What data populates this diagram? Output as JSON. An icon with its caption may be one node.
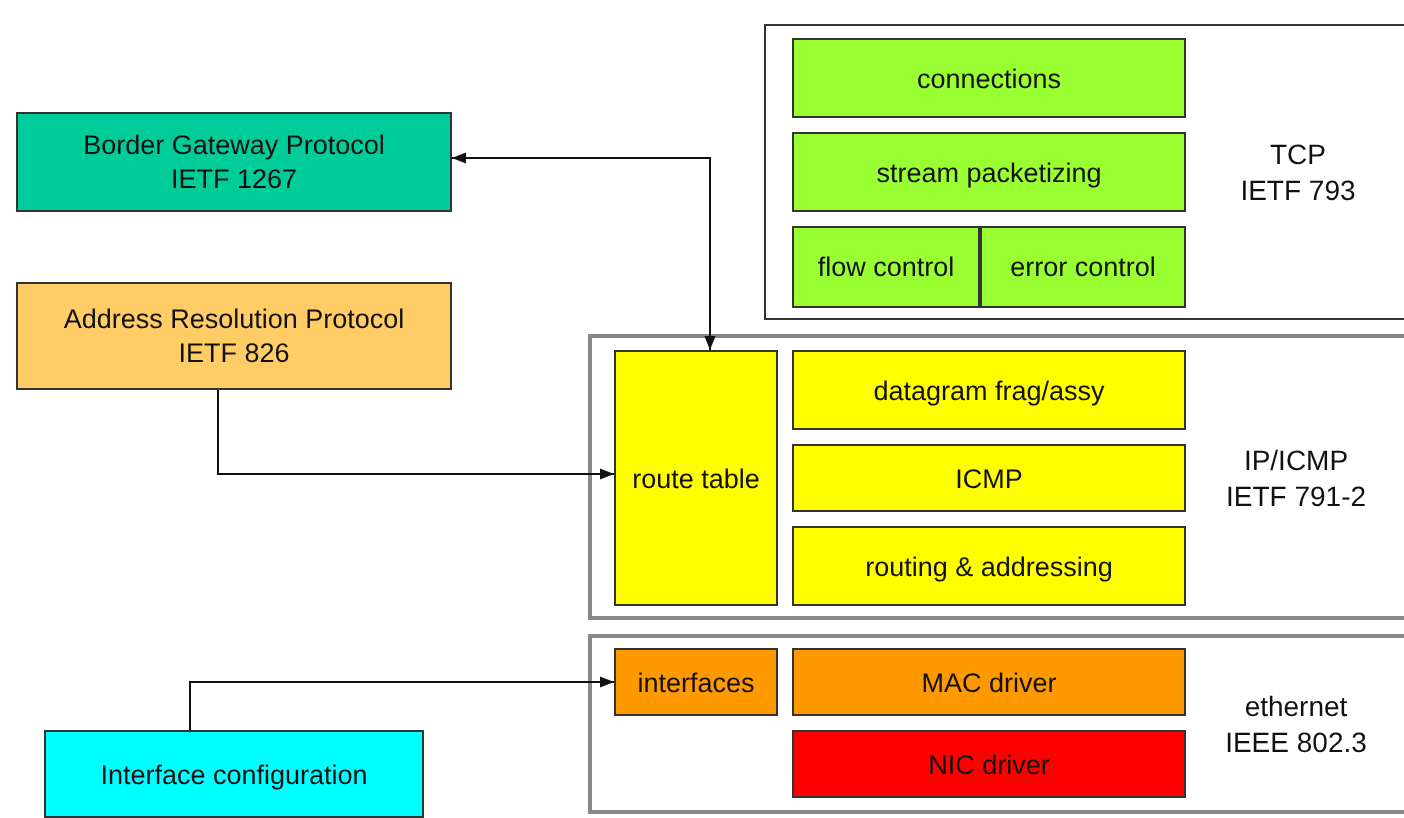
{
  "diagram": {
    "nodes": [
      {
        "text": [
          "Border Gateway Protocol",
          "IETF 1267"
        ]
      },
      {
        "text": [
          "Address Resolution Protocol",
          "IETF 826"
        ]
      },
      {
        "text": [
          "Interface configuration"
        ]
      },
      {
        "text": [
          "TCP",
          "IETF 793"
        ]
      },
      {
        "text": [
          "connections"
        ],
        "in": 3
      },
      {
        "text": [
          "stream packetizing"
        ],
        "in": 3
      },
      {
        "text": [
          "flow control"
        ],
        "in": 3
      },
      {
        "text": [
          "error control"
        ],
        "in": 3
      },
      {
        "text": [
          "IP/ICMP",
          "IETF 791-2"
        ]
      },
      {
        "text": [
          "route table"
        ],
        "in": 8
      },
      {
        "text": [
          "datagram frag/assy"
        ],
        "in": 8
      },
      {
        "text": [
          "ICMP"
        ],
        "in": 8
      },
      {
        "text": [
          "routing & addressing"
        ],
        "in": 8
      },
      {
        "text": [
          "ethernet",
          "IEEE 802.3"
        ]
      },
      {
        "text": [
          "interfaces"
        ],
        "in": 13
      },
      {
        "text": [
          "MAC driver"
        ],
        "in": 13
      },
      {
        "text": [
          "NIC driver"
        ],
        "in": 13
      }
    ],
    "edges": [
      {
        "from": 0,
        "to": 9,
        "arrow": "both"
      },
      {
        "from": 1,
        "to": 9,
        "arrow": "to"
      },
      {
        "from": 2,
        "to": 14,
        "arrow": "to"
      }
    ]
  }
}
